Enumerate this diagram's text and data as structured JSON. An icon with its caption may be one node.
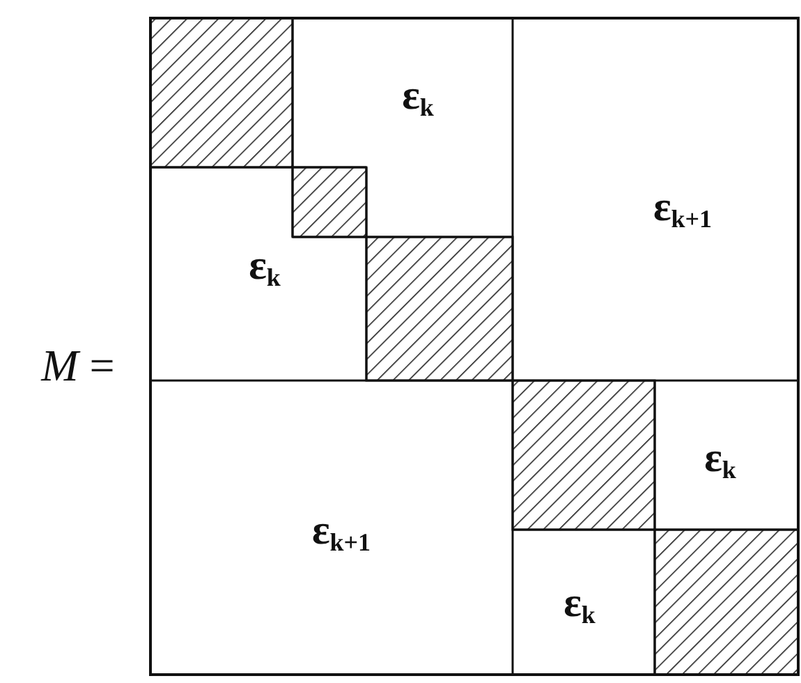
{
  "diagram": {
    "labels": [
      "ε$_{k}$",
      "ε$_{k+1}$",
      "ε$_{k}$",
      "*M* =",
      "ε$_{k}$",
      "ε$_{k+1}$",
      "ε$_{k}$"
    ]
  }
}
